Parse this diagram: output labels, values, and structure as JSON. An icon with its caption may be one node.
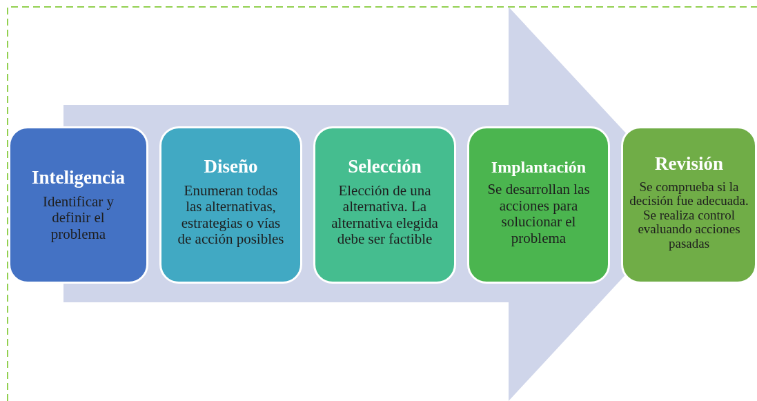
{
  "diagram": {
    "nodes": [
      {
        "text": [
          "Inteligencia",
          "Identificar y definir el problema"
        ]
      },
      {
        "text": [
          "Diseño",
          "Enumeran todas las alternativas, estrategias o vías de acción posibles"
        ]
      },
      {
        "text": [
          "Selección",
          "Elección de una alternativa. La alternativa elegida debe ser factible"
        ]
      },
      {
        "text": [
          "Implantación",
          "Se desarrollan las acciones para solucionar el problema"
        ]
      },
      {
        "text": [
          "Revisión",
          "Se comprueba si la decisión fue adecuada. Se realiza control evaluando acciones pasadas"
        ]
      }
    ],
    "edges": [
      {
        "from": 0,
        "to": 4,
        "arrow": "to"
      }
    ]
  }
}
